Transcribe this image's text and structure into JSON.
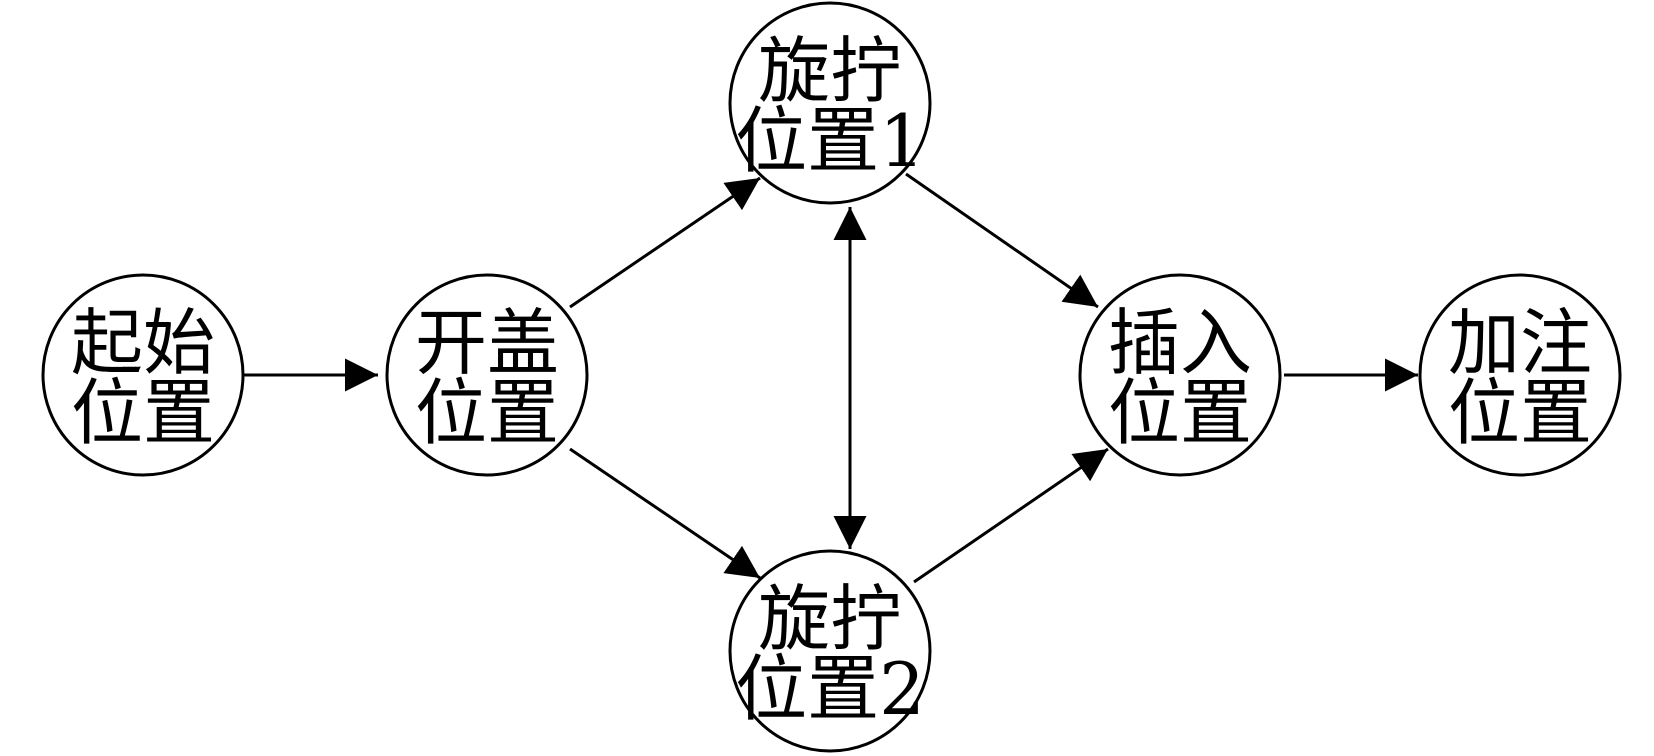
{
  "diagram": {
    "nodes": [
      {
        "id": "start",
        "line1": "起始",
        "line2": "位置"
      },
      {
        "id": "open",
        "line1": "开盖",
        "line2": "位置"
      },
      {
        "id": "twist1",
        "line1": "旋拧",
        "line2": "位置1"
      },
      {
        "id": "twist2",
        "line1": "旋拧",
        "line2": "位置2"
      },
      {
        "id": "insert",
        "line1": "插入",
        "line2": "位置"
      },
      {
        "id": "inject",
        "line1": "加注",
        "line2": "位置"
      }
    ],
    "edges": [
      {
        "from": "start",
        "to": "open",
        "type": "single"
      },
      {
        "from": "open",
        "to": "twist1",
        "type": "single"
      },
      {
        "from": "open",
        "to": "twist2",
        "type": "single"
      },
      {
        "from": "twist1",
        "to": "twist2",
        "type": "double"
      },
      {
        "from": "twist1",
        "to": "insert",
        "type": "single"
      },
      {
        "from": "twist2",
        "to": "insert",
        "type": "single"
      },
      {
        "from": "insert",
        "to": "inject",
        "type": "single"
      }
    ]
  }
}
